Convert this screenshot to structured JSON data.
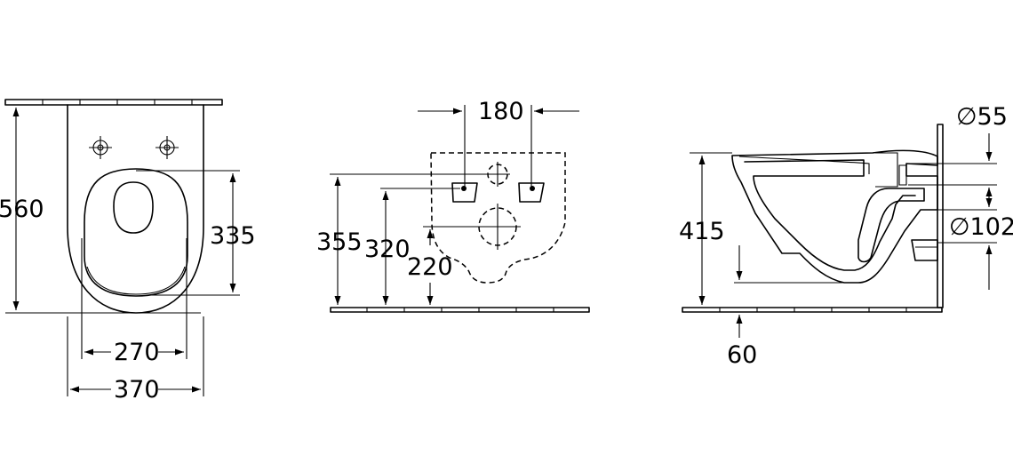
{
  "views": {
    "front": {
      "dims": {
        "height": "560",
        "seat_height": "335",
        "inner_width": "270",
        "outer_width": "370"
      }
    },
    "rear": {
      "dims": {
        "bolt_spacing": "180",
        "height_a": "355",
        "height_b": "320",
        "height_c": "220"
      }
    },
    "side": {
      "dims": {
        "height": "415",
        "inlet_diameter": "∅55",
        "outlet_diameter": "∅102",
        "bottom_offset": "60"
      }
    }
  }
}
